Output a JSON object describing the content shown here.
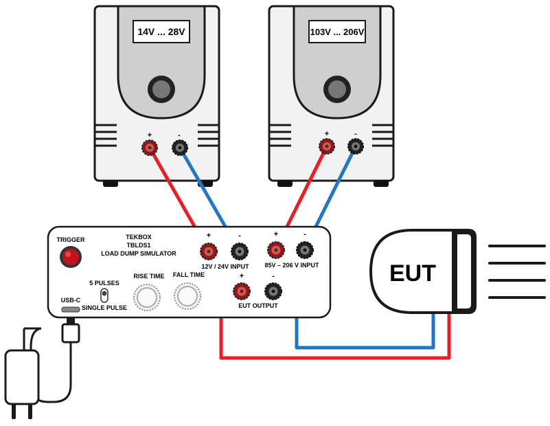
{
  "psu_low": {
    "display": "14V ... 28V",
    "plus": "+",
    "minus": "-"
  },
  "psu_high": {
    "display": "103V ... 206V",
    "plus": "+",
    "minus": "-"
  },
  "simulator": {
    "brand": "TEKBOX",
    "model": "TBLDS1",
    "name": "LOAD DUMP SIMULATOR",
    "trigger_label": "TRIGGER",
    "usb_label": "USB-C",
    "switch_top": "5 PULSES",
    "switch_bottom": "SINGLE PULSE",
    "rise_time": "RISE TIME",
    "fall_time": "FALL TIME",
    "input_low_label": "12V / 24V INPUT",
    "input_high_label": "85V – 206 V INPUT",
    "eut_output_label": "EUT OUTPUT",
    "plus": "+",
    "minus": "-"
  },
  "eut": {
    "label": "EUT"
  },
  "colors": {
    "positive": "#ee1c24",
    "negative": "#1f77c8",
    "outline": "#1a1a1a",
    "body": "#d9d9d9"
  }
}
